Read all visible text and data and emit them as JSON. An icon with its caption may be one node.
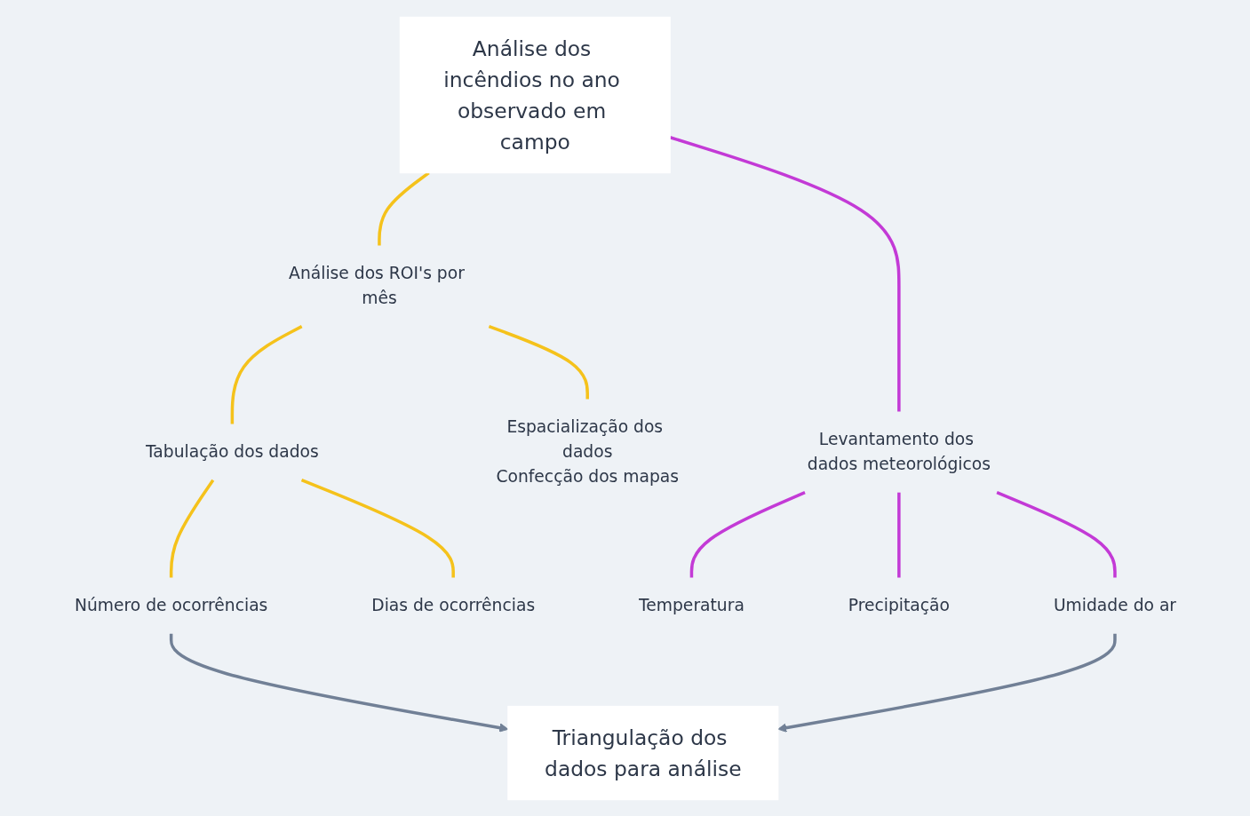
{
  "diagram": {
    "nodes": [
      {
        "text": [
          "Análise dos incêndios no ano observado em campo"
        ]
      },
      {
        "text": [
          "Análise dos ROI's por mês"
        ]
      },
      {
        "text": [
          "Levantamento dos dados meteorológicos"
        ]
      },
      {
        "text": [
          "Espacialização dos dados",
          "Confecção dos mapas"
        ]
      },
      {
        "text": [
          "Tabulação dos dados"
        ]
      },
      {
        "text": [
          "Número de ocorrências"
        ]
      },
      {
        "text": [
          "Dias de ocorrências"
        ]
      },
      {
        "text": [
          "Temperatura"
        ]
      },
      {
        "text": [
          "Precipitação"
        ]
      },
      {
        "text": [
          "Umidade do ar"
        ]
      },
      {
        "text": [
          "Triangulação dos dados para análise"
        ]
      }
    ],
    "edges": [
      {
        "from": 0,
        "to": 1,
        "arrow": "none",
        "color": "#f5c21b"
      },
      {
        "from": 0,
        "to": 2,
        "arrow": "none",
        "color": "#c33ad6"
      },
      {
        "from": 1,
        "to": 3,
        "arrow": "none",
        "color": "#f5c21b"
      },
      {
        "from": 1,
        "to": 4,
        "arrow": "none",
        "color": "#f5c21b"
      },
      {
        "from": 4,
        "to": 5,
        "arrow": "none",
        "color": "#f5c21b"
      },
      {
        "from": 4,
        "to": 6,
        "arrow": "none",
        "color": "#f5c21b"
      },
      {
        "from": 2,
        "to": 7,
        "arrow": "none",
        "color": "#c33ad6"
      },
      {
        "from": 2,
        "to": 8,
        "arrow": "none",
        "color": "#c33ad6"
      },
      {
        "from": 2,
        "to": 9,
        "arrow": "none",
        "color": "#c33ad6"
      },
      {
        "from": 5,
        "to": 10,
        "arrow": "to",
        "color": "#718096"
      },
      {
        "from": 9,
        "to": 10,
        "arrow": "to",
        "color": "#718096"
      }
    ]
  }
}
